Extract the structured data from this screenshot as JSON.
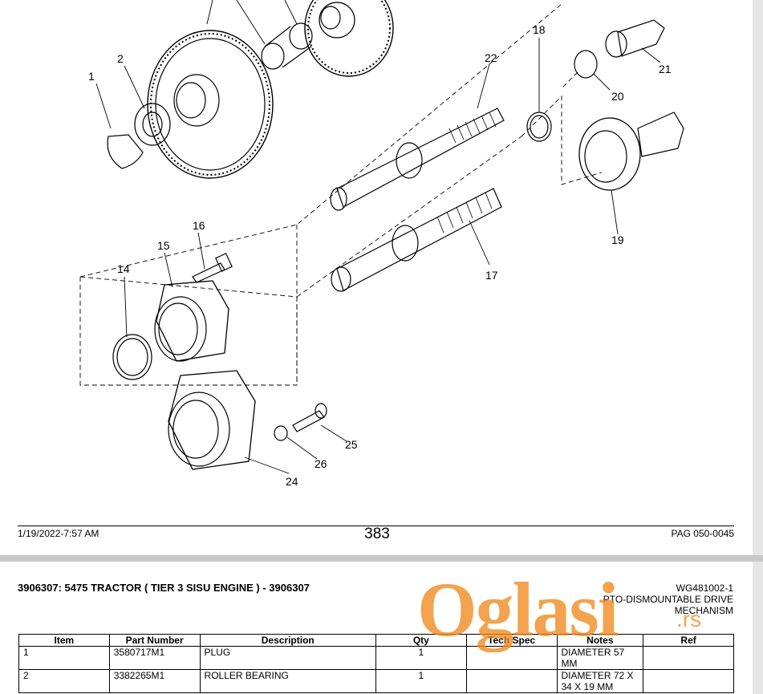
{
  "diagram": {
    "callouts": [
      "1",
      "2",
      "14",
      "15",
      "16",
      "17",
      "18",
      "19",
      "20",
      "21",
      "22",
      "24",
      "25",
      "26"
    ]
  },
  "footer": {
    "date": "1/19/2022-7:57 AM",
    "page_number": "383",
    "ref": "PAG 050-0045"
  },
  "header2": {
    "title": "3906307: 5475   TRACTOR  ( TIER 3 SISU ENGINE ) - 3906307",
    "code_line1": "WG481002-1",
    "code_line2": "PTO-DISMOUNTABLE DRIVE",
    "code_line3": "MECHANISM"
  },
  "table": {
    "headers": [
      "Item",
      "Part Number",
      "Description",
      "Qty",
      "Tech Spec",
      "Notes",
      "Ref"
    ],
    "rows": [
      {
        "item": "1",
        "part": "3580717M1",
        "desc": "PLUG",
        "qty": "1",
        "tech": "",
        "notes": "DIAMETER 57 MM",
        "ref": ""
      },
      {
        "item": "2",
        "part": "3382265M1",
        "desc": "ROLLER BEARING",
        "qty": "1",
        "tech": "",
        "notes": "DIAMETER 72 X 34 X 19 MM",
        "ref": ""
      }
    ]
  },
  "watermark": {
    "text": "Oglasi",
    "suffix": ".rs",
    "color": "#f08a1c"
  }
}
